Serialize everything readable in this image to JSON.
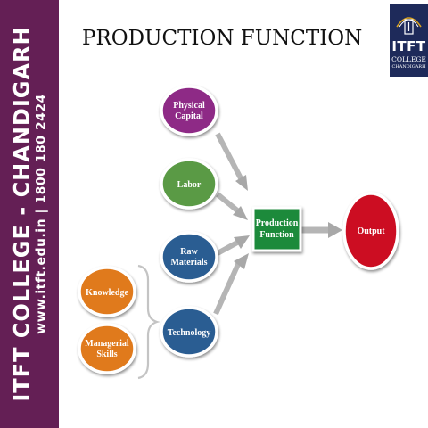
{
  "sidebar": {
    "line1": "ITFT COLLEGE - CHANDIGARH",
    "line2": "www.itft.edu.in  |  1800 180 2424"
  },
  "logo": {
    "name": "ITFT",
    "subtitle": "COLLEGE",
    "city": "CHANDIGARH"
  },
  "title": "PRODUCTION FUNCTION",
  "diagram": {
    "inputs": [
      {
        "lines": [
          "Physical",
          "Capital"
        ],
        "color": "#8e2c86"
      },
      {
        "lines": [
          "Labor"
        ],
        "color": "#5a9a44"
      },
      {
        "lines": [
          "Raw",
          "Materials"
        ],
        "color": "#2a5d92"
      },
      {
        "lines": [
          "Technology"
        ],
        "color": "#2a5d92"
      }
    ],
    "sub_inputs": [
      {
        "lines": [
          "Knowledge"
        ],
        "color": "#e07a1c"
      },
      {
        "lines": [
          "Managerial",
          "Skills"
        ],
        "color": "#e07a1c"
      }
    ],
    "function_box": {
      "lines": [
        "Production",
        "Function"
      ],
      "color": "#1a8a3a"
    },
    "output": {
      "lines": [
        "Output"
      ],
      "color": "#cc1020"
    }
  }
}
